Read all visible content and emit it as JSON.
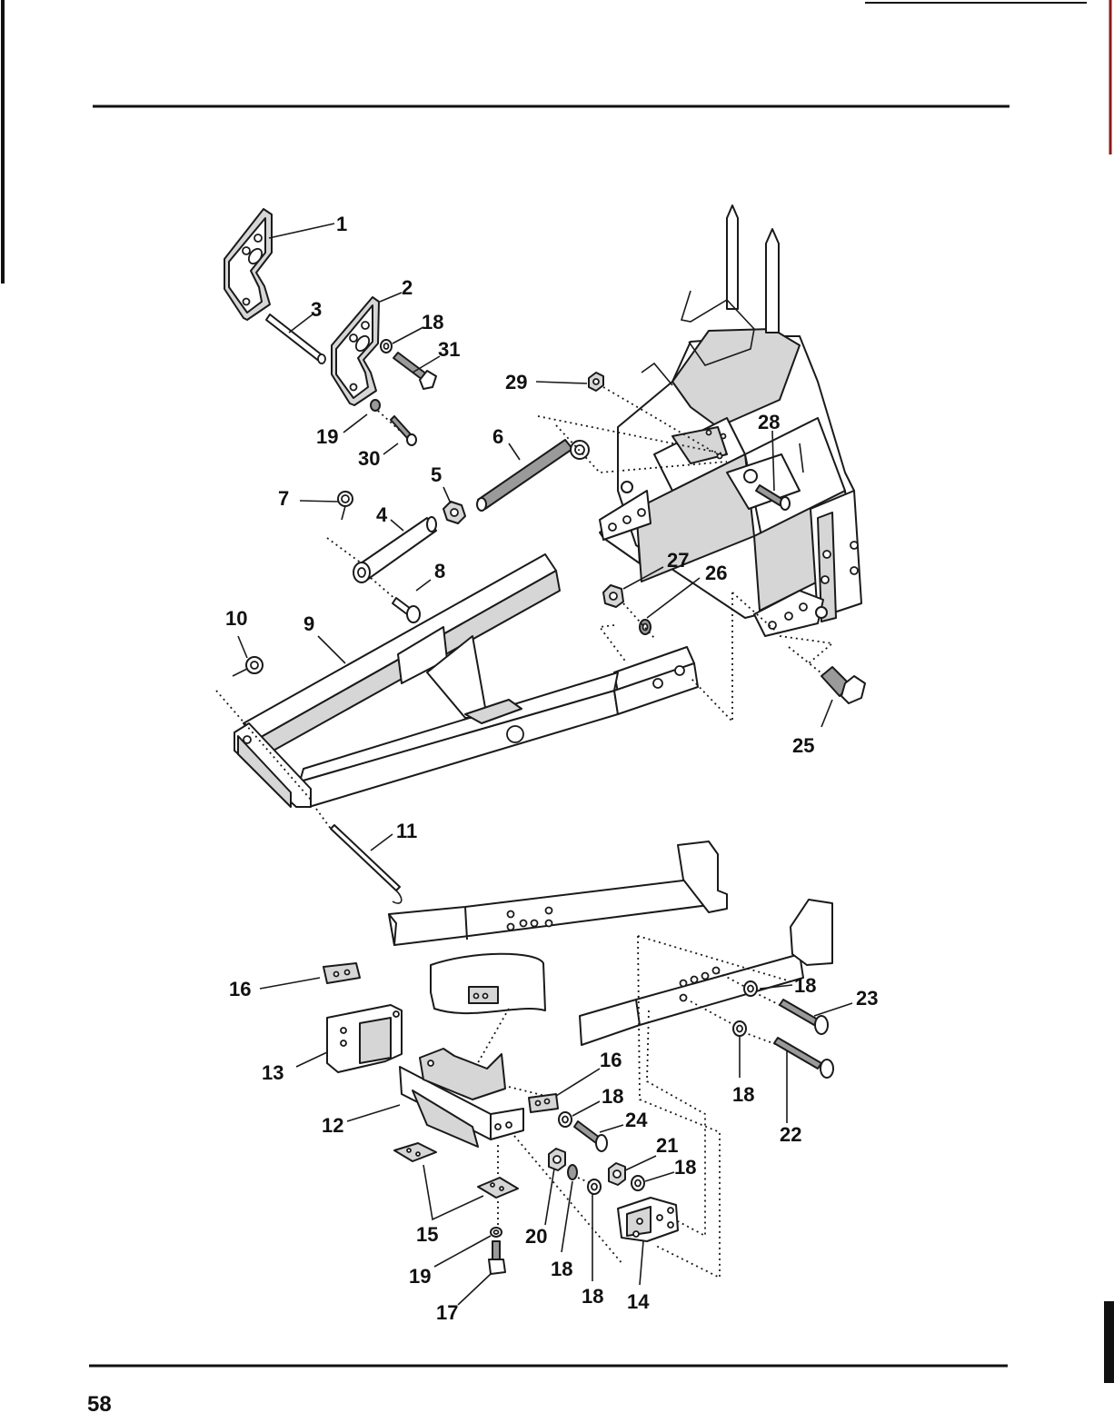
{
  "page": {
    "number": "58"
  },
  "callouts": [
    {
      "label": "1"
    },
    {
      "label": "2"
    },
    {
      "label": "3"
    },
    {
      "label": "18"
    },
    {
      "label": "31"
    },
    {
      "label": "29"
    },
    {
      "label": "19"
    },
    {
      "label": "30"
    },
    {
      "label": "28"
    },
    {
      "label": "6"
    },
    {
      "label": "5"
    },
    {
      "label": "7"
    },
    {
      "label": "4"
    },
    {
      "label": "8"
    },
    {
      "label": "27"
    },
    {
      "label": "26"
    },
    {
      "label": "10"
    },
    {
      "label": "9"
    },
    {
      "label": "25"
    },
    {
      "label": "11"
    },
    {
      "label": "16"
    },
    {
      "label": "18"
    },
    {
      "label": "23"
    },
    {
      "label": "13"
    },
    {
      "label": "16"
    },
    {
      "label": "18"
    },
    {
      "label": "18"
    },
    {
      "label": "12"
    },
    {
      "label": "24"
    },
    {
      "label": "21"
    },
    {
      "label": "18"
    },
    {
      "label": "22"
    },
    {
      "label": "15"
    },
    {
      "label": "20"
    },
    {
      "label": "18"
    },
    {
      "label": "19"
    },
    {
      "label": "18"
    },
    {
      "label": "14"
    },
    {
      "label": "17"
    }
  ]
}
